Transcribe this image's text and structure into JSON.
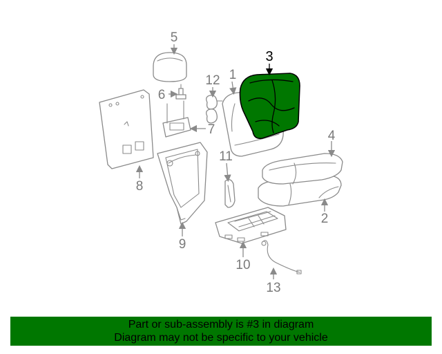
{
  "diagram": {
    "highlight_color": "#007700",
    "highlighted_part": "3",
    "callouts": [
      "1",
      "2",
      "3",
      "4",
      "5",
      "6",
      "7",
      "8",
      "9",
      "10",
      "11",
      "12",
      "13"
    ]
  },
  "banner": {
    "background": "#007700",
    "line1": "Part or sub-assembly is #3 in diagram",
    "line2": "Diagram may not be specific to your vehicle"
  }
}
